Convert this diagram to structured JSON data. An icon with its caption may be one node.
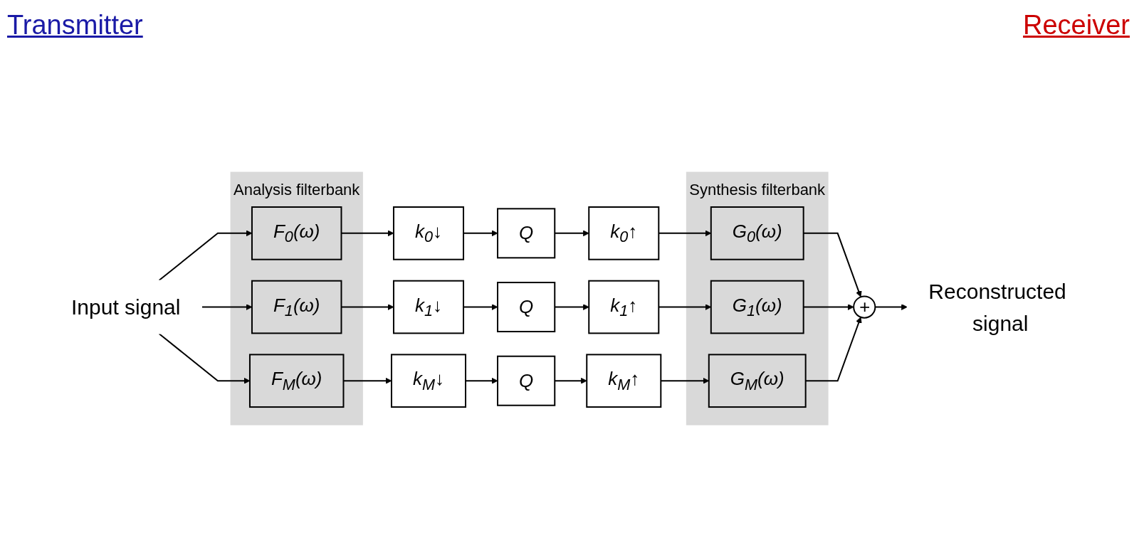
{
  "diagram": {
    "nodes": [
      {
        "text": [
          "Input signal"
        ]
      },
      {
        "text": [
          "Analysis filterbank"
        ]
      },
      {
        "text": [
          "F$_{0}$(ω)"
        ],
        "in": 1
      },
      {
        "text": [
          "F$_{1}$(ω)"
        ],
        "in": 1
      },
      {
        "text": [
          "F$_{M}$(ω)"
        ],
        "in": 1
      },
      {
        "text": [
          "k$_{0}$↓"
        ]
      },
      {
        "text": [
          "k$_{1}$↓"
        ]
      },
      {
        "text": [
          "k$_{M}$↓"
        ]
      },
      {
        "text": [
          "Q"
        ]
      },
      {
        "text": [
          "Q"
        ]
      },
      {
        "text": [
          "Q"
        ]
      },
      {
        "text": [
          "k$_{0}$↑"
        ]
      },
      {
        "text": [
          "k$_{1}$↑"
        ]
      },
      {
        "text": [
          "k$_{M}$↑"
        ]
      },
      {
        "text": [
          "Synthesis filterbank"
        ]
      },
      {
        "text": [
          "G$_{0}$(ω)"
        ],
        "in": 14
      },
      {
        "text": [
          "G$_{1}$(ω)"
        ],
        "in": 14
      },
      {
        "text": [
          "G$_{M}$(ω)"
        ],
        "in": 14
      },
      {
        "text": [
          "+"
        ]
      },
      {
        "text": [
          "Reconstructed signal"
        ]
      }
    ],
    "edges": [
      {
        "from": 0,
        "to": 2,
        "arrow": "to"
      },
      {
        "from": 0,
        "to": 3,
        "arrow": "to"
      },
      {
        "from": 0,
        "to": 4,
        "arrow": "to"
      },
      {
        "from": 2,
        "to": 5,
        "arrow": "to"
      },
      {
        "from": 3,
        "to": 6,
        "arrow": "to"
      },
      {
        "from": 4,
        "to": 7,
        "arrow": "to"
      },
      {
        "from": 5,
        "to": 8,
        "arrow": "to"
      },
      {
        "from": 6,
        "to": 9,
        "arrow": "to"
      },
      {
        "from": 7,
        "to": 10,
        "arrow": "to"
      },
      {
        "from": 8,
        "to": 11,
        "arrow": "to"
      },
      {
        "from": 9,
        "to": 12,
        "arrow": "to"
      },
      {
        "from": 10,
        "to": 13,
        "arrow": "to"
      },
      {
        "from": 11,
        "to": 15,
        "arrow": "to"
      },
      {
        "from": 12,
        "to": 16,
        "arrow": "to"
      },
      {
        "from": 13,
        "to": 17,
        "arrow": "to"
      },
      {
        "from": 15,
        "to": 18,
        "arrow": "to"
      },
      {
        "from": 16,
        "to": 18,
        "arrow": "to"
      },
      {
        "from": 17,
        "to": 18,
        "arrow": "to"
      },
      {
        "from": 18,
        "to": 19,
        "arrow": "to"
      }
    ],
    "labels": [
      "Transmitter",
      "Receiver"
    ]
  }
}
